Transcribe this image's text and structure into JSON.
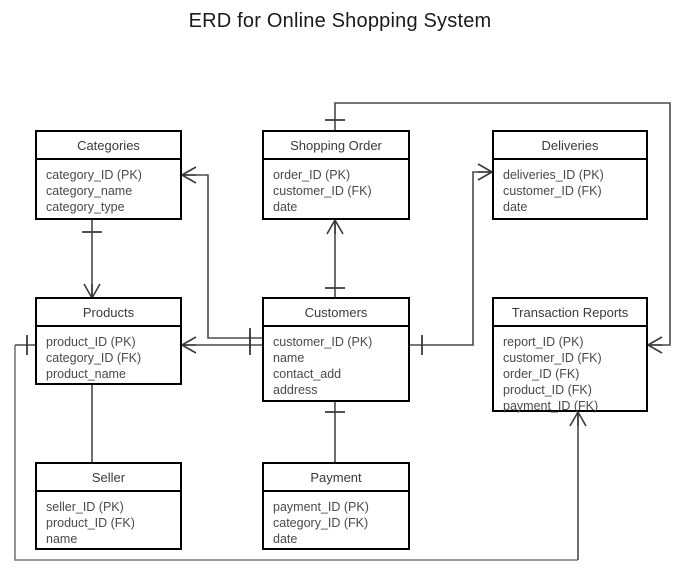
{
  "title": "ERD for Online Shopping System",
  "entities": [
    {
      "id": "categories",
      "name": "Categories",
      "attributes": [
        "category_ID (PK)",
        "category_name",
        "category_type"
      ]
    },
    {
      "id": "shopping_order",
      "name": "Shopping Order",
      "attributes": [
        "order_ID (PK)",
        "customer_ID (FK)",
        "date"
      ]
    },
    {
      "id": "deliveries",
      "name": "Deliveries",
      "attributes": [
        "deliveries_ID (PK)",
        "customer_ID (FK)",
        "date"
      ]
    },
    {
      "id": "products",
      "name": "Products",
      "attributes": [
        "product_ID (PK)",
        "category_ID (FK)",
        "product_name"
      ]
    },
    {
      "id": "customers",
      "name": "Customers",
      "attributes": [
        "customer_ID (PK)",
        "name",
        "contact_add",
        "address"
      ]
    },
    {
      "id": "transaction_reports",
      "name": "Transaction Reports",
      "attributes": [
        "report_ID (PK)",
        "customer_ID (FK)",
        "order_ID (FK)",
        "product_ID (FK)",
        "payment_ID (FK)"
      ]
    },
    {
      "id": "seller",
      "name": "Seller",
      "attributes": [
        "seller_ID (PK)",
        "product_ID (FK)",
        "name"
      ]
    },
    {
      "id": "payment",
      "name": "Payment",
      "attributes": [
        "payment_ID (PK)",
        "category_ID (FK)",
        "date"
      ]
    }
  ],
  "relationships": [
    {
      "from": "Categories",
      "to": "Products",
      "from_cardinality": "one",
      "to_cardinality": "many"
    },
    {
      "from": "Categories",
      "to": "Customers",
      "from_cardinality": "many",
      "to_cardinality": "one"
    },
    {
      "from": "Products",
      "to": "Customers",
      "from_cardinality": "many",
      "to_cardinality": "one"
    },
    {
      "from": "Products",
      "to": "Seller",
      "from_cardinality": "many",
      "to_cardinality": "many"
    },
    {
      "from": "Shopping Order",
      "to": "Customers",
      "from_cardinality": "one",
      "to_cardinality": "many"
    },
    {
      "from": "Customers",
      "to": "Payment",
      "from_cardinality": "one",
      "to_cardinality": "many"
    },
    {
      "from": "Customers",
      "to": "Deliveries",
      "from_cardinality": "one",
      "to_cardinality": "many"
    },
    {
      "from": "Shopping Order",
      "to": "Transaction Reports",
      "from_cardinality": "one",
      "to_cardinality": "many"
    },
    {
      "from": "Products",
      "to": "Transaction Reports",
      "from_cardinality": "one",
      "to_cardinality": "many"
    }
  ],
  "colors": {
    "entity_border": "#000000",
    "text": "#4a4a4a",
    "line": "#4a4a4a",
    "background": "#ffffff"
  }
}
